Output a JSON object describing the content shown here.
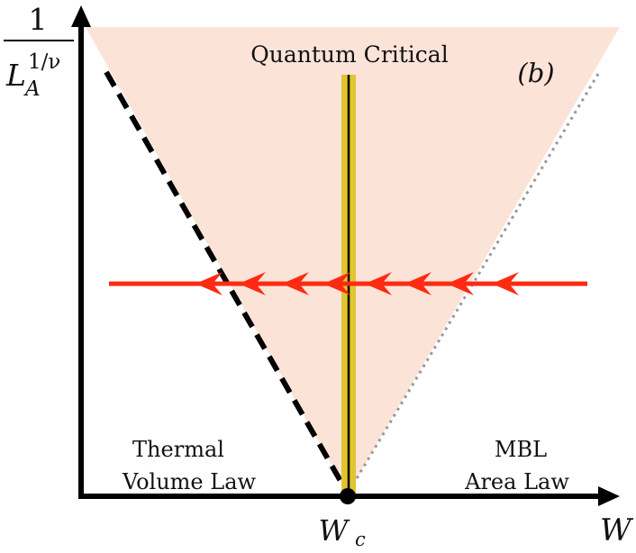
{
  "y_axis_label": {
    "numerator": "1",
    "base": "L",
    "subscript": "A",
    "exponent": "1/ν"
  },
  "x_axis_label": "W",
  "critical_point_label": {
    "base": "W",
    "subscript": "c"
  },
  "panel_tag": "(b)",
  "regions": {
    "top": "Quantum Critical",
    "left_line1": "Thermal",
    "left_line2": "Volume Law",
    "right_line1": "MBL",
    "right_line2": "Area Law"
  },
  "colors": {
    "critical_fan": "#fbe3d8",
    "flow_arrow": "#ff2a12",
    "critical_band": "#e0c431",
    "axis": "#000000",
    "left_boundary": "#000000",
    "right_boundary": "#999999"
  }
}
